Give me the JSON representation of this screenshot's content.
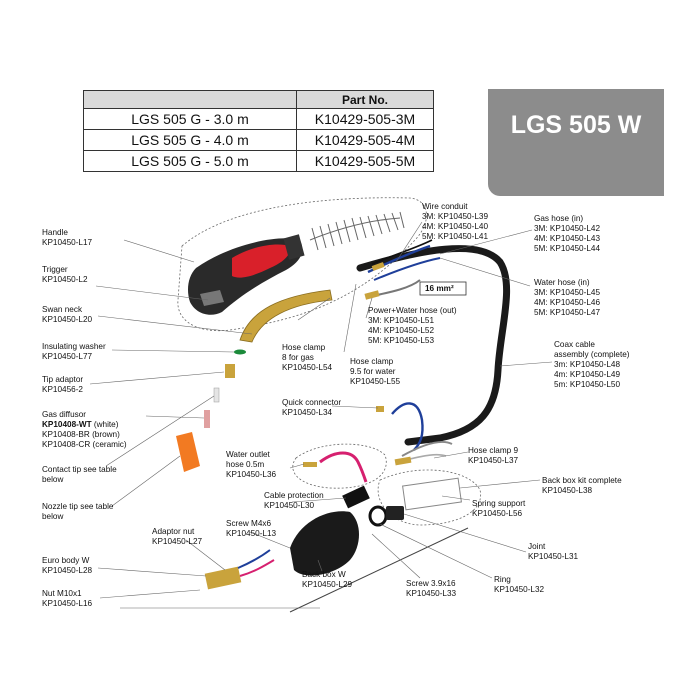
{
  "table": {
    "header": [
      "",
      "Part No."
    ],
    "rows": [
      [
        "LGS 505 G - 3.0 m",
        "K10429-505-3M"
      ],
      [
        "LGS 505 G - 4.0 m",
        "K10429-505-4M"
      ],
      [
        "LGS 505 G - 5.0 m",
        "K10429-505-5M"
      ]
    ]
  },
  "banner": {
    "title": "LGS 505 W"
  },
  "labels": {
    "handle": [
      "Handle",
      "KP10450-L17"
    ],
    "trigger": [
      "Trigger",
      "KP10450-L2"
    ],
    "swan_neck": [
      "Swan neck",
      "KP10450-L20"
    ],
    "insulating_washer": [
      "Insulating washer",
      "KP10450-L77"
    ],
    "tip_adaptor": [
      "Tip adaptor",
      "KP10456-2"
    ],
    "gas_diffusor_title": "Gas diffusor",
    "gas_diffusor_wt": "KP10408-WT",
    "gas_diffusor_wt_note": " (white)",
    "gas_diffusor_br": "KP10408-BR (brown)",
    "gas_diffusor_cr": "KP10408-CR (ceramic)",
    "contact_tip": [
      "Contact tip see table",
      "below"
    ],
    "nozzle_tip": [
      "Nozzle tip see table",
      "below"
    ],
    "euro_body": [
      "Euro body W",
      "KP10450-L28"
    ],
    "nut": [
      "Nut M10x1",
      "KP10450-L16"
    ],
    "adaptor_nut": [
      "Adaptor nut",
      "KP10450-L27"
    ],
    "screw_m4": [
      "Screw M4x6",
      "KP10450-L13"
    ],
    "water_outlet": [
      "Water outlet",
      "hose 0.5m",
      "KP10450-L36"
    ],
    "cable_protection": [
      "Cable protection",
      "KP10450-L30"
    ],
    "back_box_w": [
      "Back box W",
      "KP10450-L29"
    ],
    "screw_39": [
      "Screw 3.9x16",
      "KP10450-L33"
    ],
    "ring": [
      "Ring",
      "KP10450-L32"
    ],
    "joint": [
      "Joint",
      "KP10450-L31"
    ],
    "spring_support": [
      "Spring support",
      "KP10450-L56"
    ],
    "back_box_kit": [
      "Back box kit complete",
      "KP10450-L38"
    ],
    "hose_clamp_9": [
      "Hose clamp 9",
      "KP10450-L37"
    ],
    "quick_connector": [
      "Quick connector",
      "KP10450-L34"
    ],
    "hose_clamp_8": [
      "Hose clamp",
      "8 for gas",
      "KP10450-L54"
    ],
    "hose_clamp_95": [
      "Hose clamp",
      "9.5 for water",
      "KP10450-L55"
    ],
    "power_water": [
      "Power+Water hose (out)",
      "3M: KP10450-L51",
      "4M: KP10450-L52",
      "5M: KP10450-L53"
    ],
    "wire_conduit": [
      "Wire conduit",
      "3M: KP10450-L39",
      "4M: KP10450-L40",
      "5M: KP10450-L41"
    ],
    "gas_hose": [
      "Gas hose (in)",
      "3M: KP10450-L42",
      "4M: KP10450-L43",
      "5M: KP10450-L44"
    ],
    "water_hose": [
      "Water hose (in)",
      "3M: KP10450-L45",
      "4M: KP10450-L46",
      "5M: KP10450-L47"
    ],
    "coax": [
      "Coax cable",
      "assembly (complete)",
      "3m: KP10450-L48",
      "4m: KP10450-L49",
      "5m: KP10450-L50"
    ],
    "mm2": "16 mm²"
  },
  "colors": {
    "banner": "#8c8c8c",
    "handle_red": "#d9202a",
    "brass": "#c9a33c",
    "hose_blue": "#1f3f9a",
    "hose_pink": "#d6206f"
  }
}
